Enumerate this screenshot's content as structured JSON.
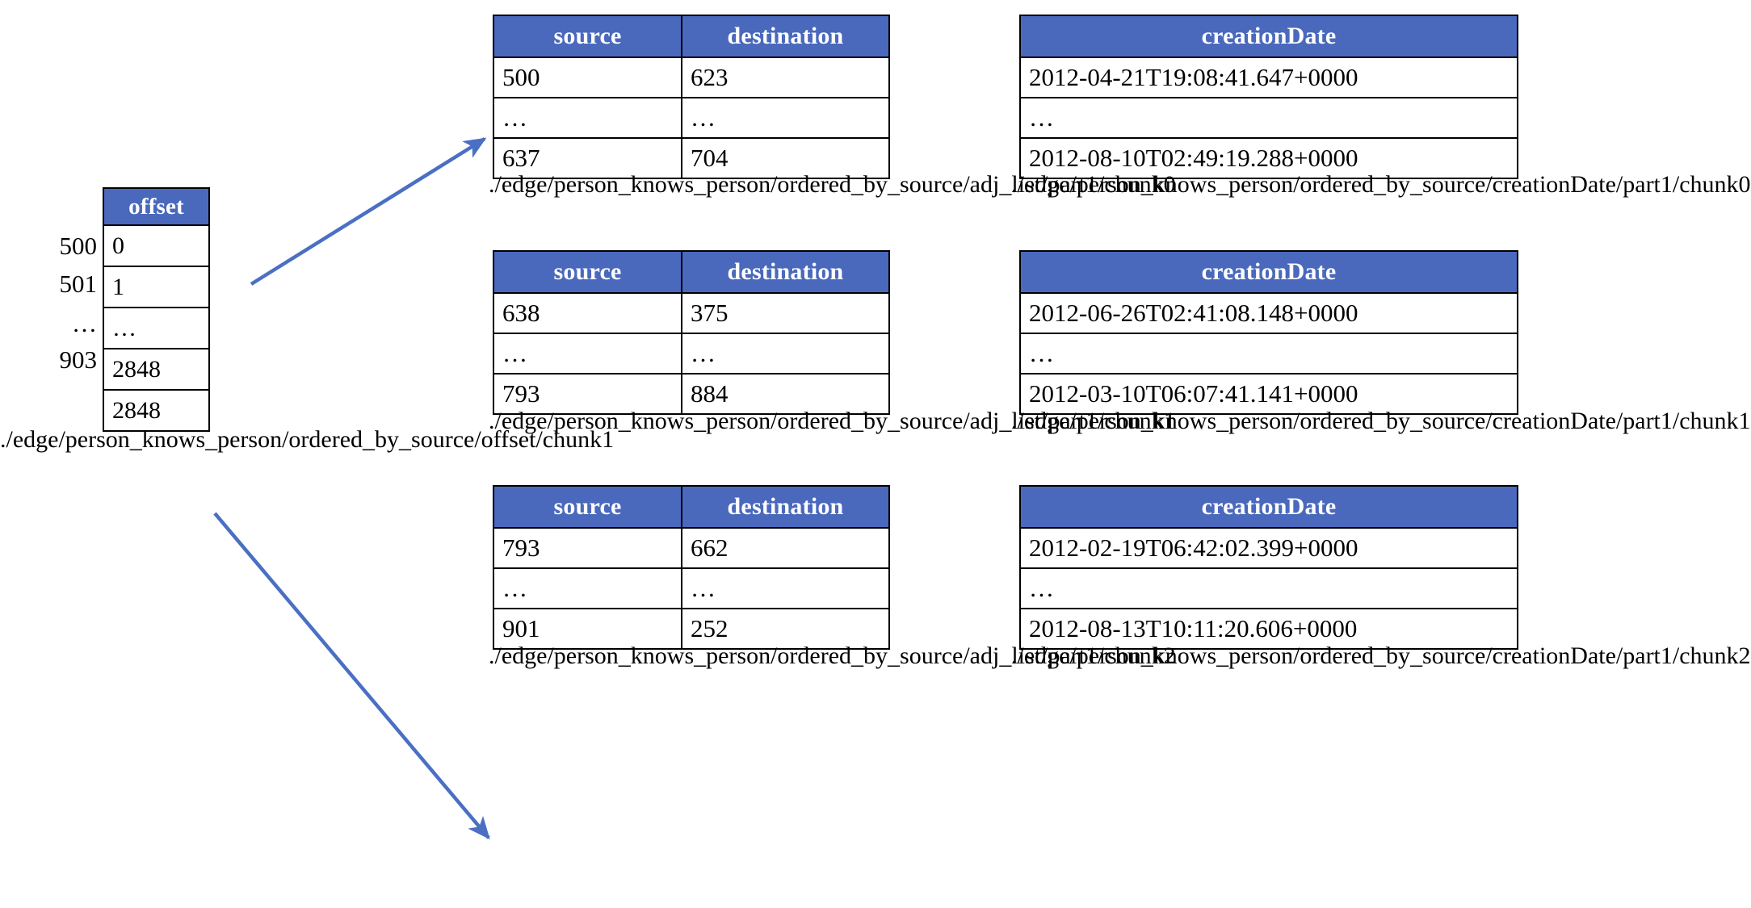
{
  "colors": {
    "header_blue": "#4A69BD",
    "arrow_blue": "#4A6FC4",
    "border_black": "#000000",
    "background": "#FFFFFF"
  },
  "offset_table": {
    "header": "offset",
    "row_labels": [
      "500",
      "501",
      "…",
      "903",
      ""
    ],
    "values": [
      "0",
      "1",
      "…",
      "2848",
      "2848"
    ],
    "caption": "./edge/person_knows_person/ordered_by_source/offset/chunk1"
  },
  "chunks": [
    {
      "id": "chunk0",
      "adj_list": {
        "headers": [
          "source",
          "destination"
        ],
        "rows": [
          [
            "500",
            "623"
          ],
          [
            "…",
            "…"
          ],
          [
            "637",
            "704"
          ]
        ],
        "caption": "./edge/person_knows_person/ordered_by_source/adj_list/part1/chunk0"
      },
      "creation_date": {
        "header": "creationDate",
        "rows": [
          "2012-04-21T19:08:41.647+0000",
          "…",
          "2012-08-10T02:49:19.288+0000"
        ],
        "caption": "./edge/person_knows_person/ordered_by_source/creationDate/part1/chunk0"
      }
    },
    {
      "id": "chunk1",
      "adj_list": {
        "headers": [
          "source",
          "destination"
        ],
        "rows": [
          [
            "638",
            "375"
          ],
          [
            "…",
            "…"
          ],
          [
            "793",
            "884"
          ]
        ],
        "caption": "./edge/person_knows_person/ordered_by_source/adj_list/part1/chunk1"
      },
      "creation_date": {
        "header": "creationDate",
        "rows": [
          "2012-06-26T02:41:08.148+0000",
          "…",
          "2012-03-10T06:07:41.141+0000"
        ],
        "caption": "./edge/person_knows_person/ordered_by_source/creationDate/part1/chunk1"
      }
    },
    {
      "id": "chunk2",
      "adj_list": {
        "headers": [
          "source",
          "destination"
        ],
        "rows": [
          [
            "793",
            "662"
          ],
          [
            "…",
            "…"
          ],
          [
            "901",
            "252"
          ]
        ],
        "caption": "./edge/person_knows_person/ordered_by_source/adj_list/part1/chunk2"
      },
      "creation_date": {
        "header": "creationDate",
        "rows": [
          "2012-02-19T06:42:02.399+0000",
          "…",
          "2012-08-13T10:11:20.606+0000"
        ],
        "caption": "./edge/person_knows_person/ordered_by_source/creationDate/part1/chunk2"
      }
    }
  ],
  "arrows": [
    {
      "name": "offset-to-chunk0-arrow",
      "from": "offset-row-0",
      "to": "chunk0-adj-table"
    },
    {
      "name": "offset-to-chunk2-arrow",
      "from": "offset-row-4",
      "to": "chunk2-adj-table"
    }
  ]
}
